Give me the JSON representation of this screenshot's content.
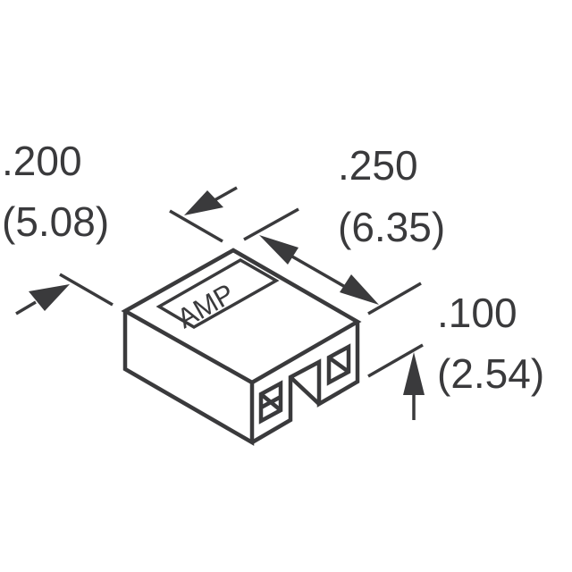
{
  "diagram": {
    "type": "isometric-mechanical-drawing",
    "subject": "jumper connector",
    "body_marking": "AMP",
    "colors": {
      "ink": "#3a3a3c",
      "background": "#ffffff"
    }
  },
  "dimensions": {
    "width": {
      "inches": ".200",
      "mm": "(5.08)"
    },
    "length": {
      "inches": ".250",
      "mm": "(6.35)"
    },
    "height": {
      "inches": ".100",
      "mm": "(2.54)"
    }
  }
}
